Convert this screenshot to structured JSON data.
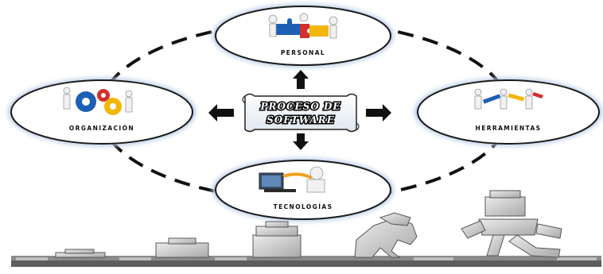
{
  "diagram": {
    "center": {
      "line1": "PROCESO DE",
      "line2": "SOFTWARE"
    },
    "nodes": {
      "top": {
        "label": "PERSONAL",
        "icon": "puzzle-people-icon"
      },
      "left": {
        "label": "ORGANIZACIÓN",
        "icon": "gears-people-icon"
      },
      "right": {
        "label": "HERRAMIENTAS",
        "icon": "tools-people-icon"
      },
      "bottom": {
        "label": "TECNOLOGÍAS",
        "icon": "computer-person-icon"
      }
    },
    "colors": {
      "node_border": "#1a1a1a",
      "node_glow": "#b9cde8",
      "dashed_ring": "#111111",
      "arrow": "#111111",
      "gear_blue": "#1d5fb4",
      "gear_yellow": "#f2b705",
      "gear_red": "#d32f2f",
      "ground": "#5d5d5d",
      "robot_fill": "#d4d4d4"
    }
  }
}
